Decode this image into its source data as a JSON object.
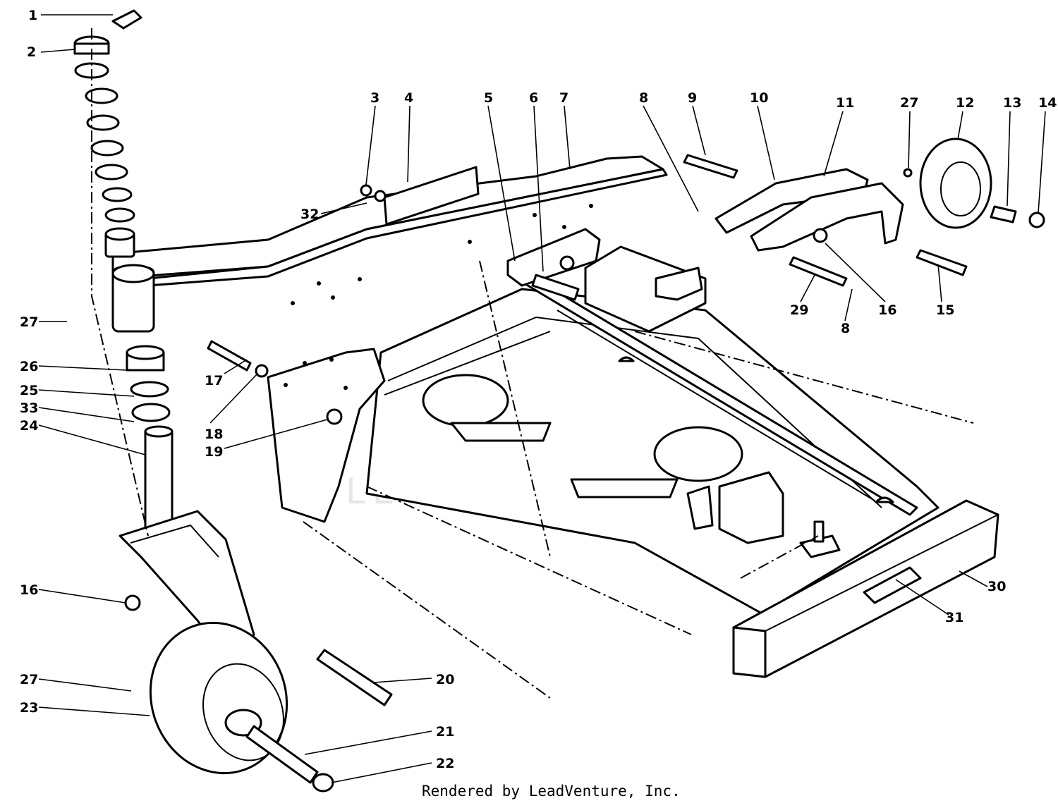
{
  "footer": {
    "text": "Rendered by LeadVenture, Inc."
  },
  "watermark": {
    "text": "LEADVENTURE"
  },
  "callouts": [
    "1",
    "2",
    "3",
    "4",
    "5",
    "6",
    "7",
    "8",
    "9",
    "10",
    "11",
    "27",
    "12",
    "13",
    "14",
    "32",
    "16",
    "29",
    "8",
    "15",
    "27",
    "26",
    "25",
    "33",
    "24",
    "17",
    "18",
    "19",
    "16",
    "27",
    "23",
    "20",
    "21",
    "22",
    "30",
    "31"
  ]
}
